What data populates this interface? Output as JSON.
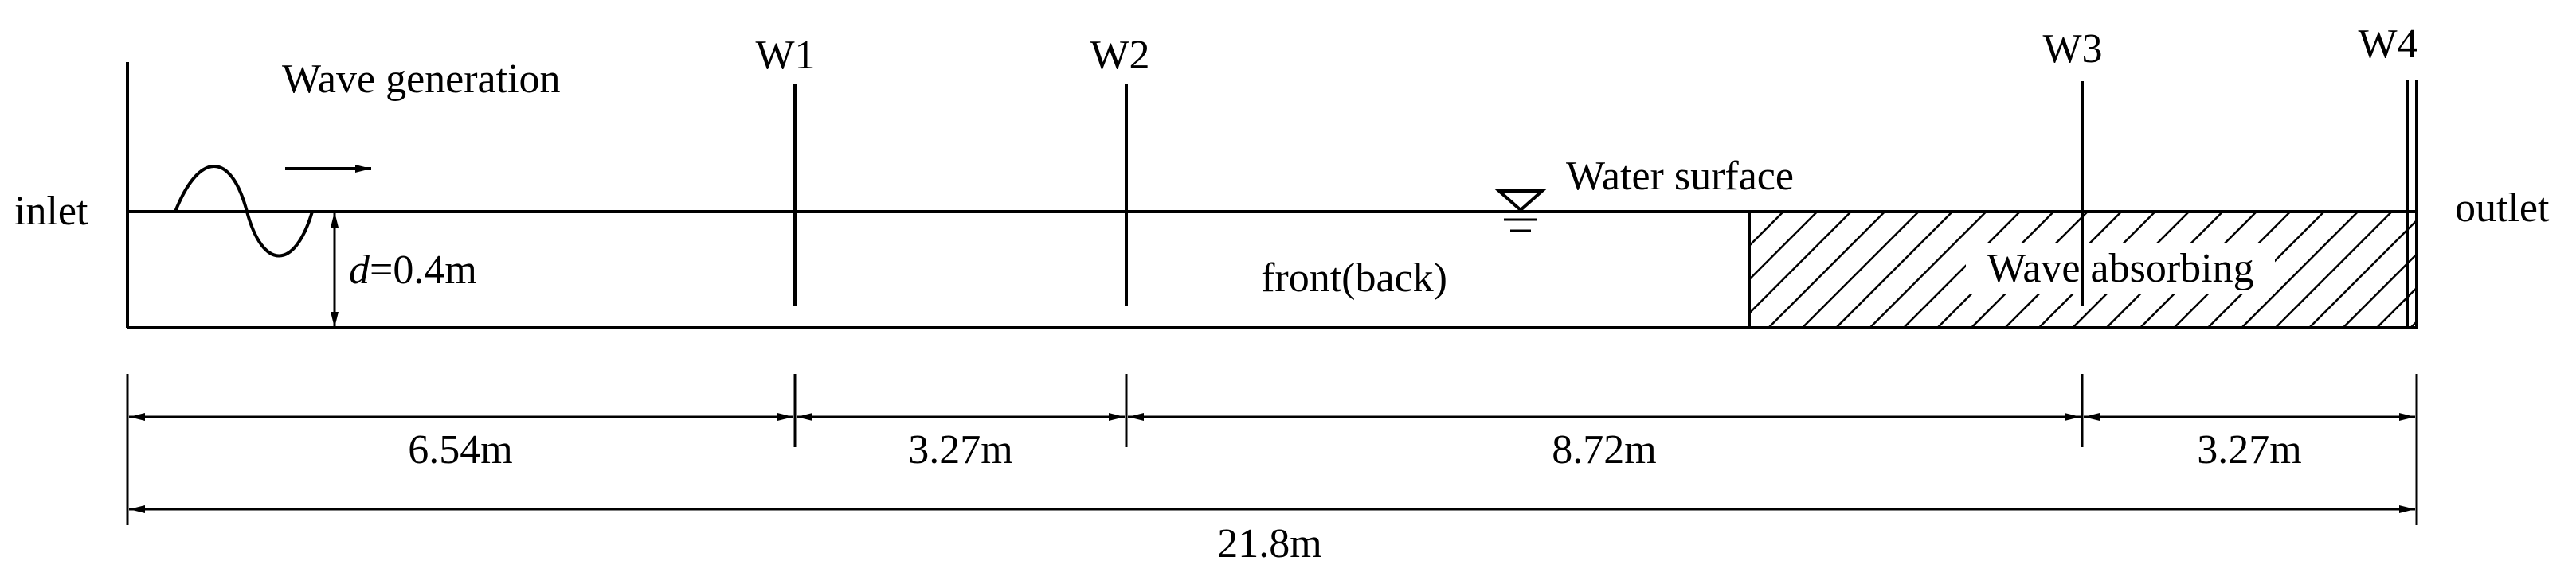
{
  "labels": {
    "inlet": "inlet",
    "outlet": "outlet",
    "wave_generation": "Wave generation",
    "water_surface": "Water surface",
    "front_back": "front(back)",
    "wave_absorbing": "Wave absorbing",
    "depth_var": "d",
    "depth_val": "=0.4m"
  },
  "gauges": [
    "W1",
    "W2",
    "W3",
    "W4"
  ],
  "dimensions": {
    "seg1": "6.54m",
    "seg2": "3.27m",
    "seg3": "8.72m",
    "seg4": "3.27m",
    "total": "21.8m"
  }
}
